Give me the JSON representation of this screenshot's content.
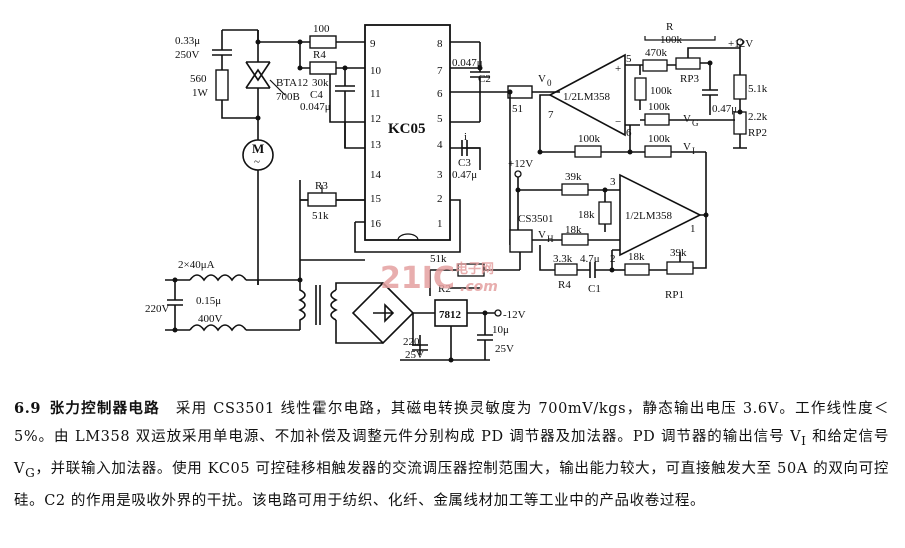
{
  "chips": {
    "kc05": {
      "name": "KC05",
      "pins": [
        "9",
        "10",
        "11",
        "12",
        "13",
        "14",
        "15",
        "16",
        "8",
        "7",
        "6",
        "5",
        "4",
        "3",
        "2",
        "1"
      ]
    },
    "opamp1": "1/2LM358",
    "opamp2": "1/2LM358",
    "hall": "CS3501",
    "regulator": "7812",
    "triac": "BTA12",
    "triac_rating": "700B",
    "motor": "M",
    "motor_sym": "~"
  },
  "components": {
    "c_snub": "0.33μ",
    "c_snub_v": "250V",
    "r_snub": "560",
    "r_snub_w": "1W",
    "r100": "100",
    "r4_top": "R4",
    "r30k": "30k",
    "c4": "C4",
    "c4_val": "0.047μ",
    "r3": "R3",
    "r3_val": "51k",
    "c2_val": "0.047μ",
    "c2": "C2",
    "c3": "C3",
    "c3_val": "0.47μ",
    "r51": "51",
    "v0": "V",
    "r_label": "R",
    "r_val": "100k",
    "r470k": "470k",
    "rp3": "RP3",
    "plus12_top": "+12V",
    "r100k_a": "100k",
    "r100k_b": "100k",
    "vg": "V",
    "c047": "0.47μ",
    "r51k_top": "5.1k",
    "r22k": "2.2k",
    "rp2": "RP2",
    "r100k_c": "100k",
    "r100k_d": "100k",
    "v1": "V",
    "plus12_mid": "+12V",
    "r39k_a": "39k",
    "r18k_a": "18k",
    "r18k_b": "18k",
    "vh": "V",
    "r33k": "3.3k",
    "c1_val": "4.7μ",
    "r18k_c": "18k",
    "r39k_b": "39k",
    "r4_bot": "R4",
    "c1": "C1",
    "rp1": "RP1",
    "choke": "2×40μA",
    "mains": "220V",
    "c015": "0.15μ",
    "c015_v": "400V",
    "r51k_bot": "51k",
    "pin_r2": "R2",
    "c220": "220",
    "c220_v": "25V",
    "minus12": "-12V",
    "c10": "10μ",
    "c10_v": "25V",
    "pin7": "7",
    "pin6": "6",
    "pin1": "1",
    "pin2": "2",
    "pin3": "3",
    "pin5": "5",
    "sub0": "0",
    "subG": "G",
    "subI": "I",
    "subH": "H"
  },
  "watermark": {
    "main": "21IC",
    "sub1": "电子网",
    "sub2": ".com"
  },
  "caption": {
    "number": "6.9",
    "title": "张力控制器电路",
    "body": "采用 CS3501 线性霍尔电路，其磁电转换灵敏度为 700mV/kgs，静态输出电压 3.6V。工作线性度＜5%。由 LM358 双运放采用单电源、不加补偿及调整元件分别构成 PD 调节器及加法器。PD 调节器的输出信号 V<sub>I</sub> 和给定信号 V<sub>G</sub>，并联输入加法器。使用 KC05 可控硅移相触发器的交流调压器控制范围大，输出能力较大，可直接触发大至 50A 的双向可控硅。C2 的作用是吸收外界的干扰。该电路可用于纺织、化纤、金属线材加工等工业中的产品收卷过程。"
  }
}
